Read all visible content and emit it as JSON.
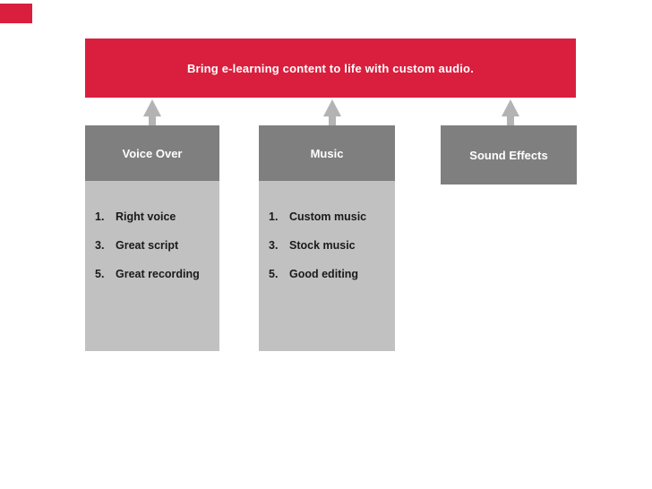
{
  "slide": {
    "banner": {
      "text": "Bring e-learning content to life with custom audio."
    },
    "columns": [
      {
        "header": "Voice Over",
        "items": [
          {
            "num": "1.",
            "label": "Right voice"
          },
          {
            "num": "3.",
            "label": "Great script"
          },
          {
            "num": "5.",
            "label": "Great recording"
          }
        ]
      },
      {
        "header": "Music",
        "items": [
          {
            "num": "1.",
            "label": "Custom music"
          },
          {
            "num": "3.",
            "label": "Stock music"
          },
          {
            "num": "5.",
            "label": "Good editing"
          }
        ]
      },
      {
        "header": "Sound Effects",
        "items": []
      }
    ],
    "icons": {
      "up_arrow": {
        "name": "up-arrow-icon",
        "glyph": "⬆"
      }
    }
  },
  "colors": {
    "accent_red": "#D91F3D",
    "header_gray": "#7F7F7F",
    "panel_gray": "#C1C1C1",
    "arrow_gray": "#B3B3B3",
    "text_dark": "#1A1A1A",
    "text_light": "#FFFFFF"
  }
}
